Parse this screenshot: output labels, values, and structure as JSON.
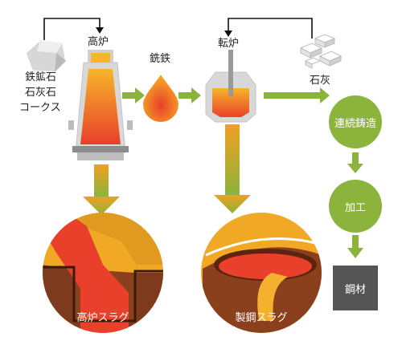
{
  "labels": {
    "raw_material_1": "鉄鉱石",
    "raw_material_2": "石灰石",
    "raw_material_3": "コークス",
    "blast_furnace": "高炉",
    "pig_iron": "銑鉄",
    "converter": "転炉",
    "lime": "石灰",
    "continuous_casting": "連続鋳造",
    "processing": "加工",
    "steel": "鋼材",
    "bf_slag": "高炉スラグ",
    "steelmaking_slag": "製鋼スラグ"
  },
  "colors": {
    "arrow_green": "#8cb43c",
    "node_green": "#8cb43c",
    "steel_box": "#555555",
    "molten_orange": "#f0a020",
    "molten_red": "#e8402a",
    "slag_gold": "#f0a825",
    "furnace_gray": "#d8d8d8"
  }
}
